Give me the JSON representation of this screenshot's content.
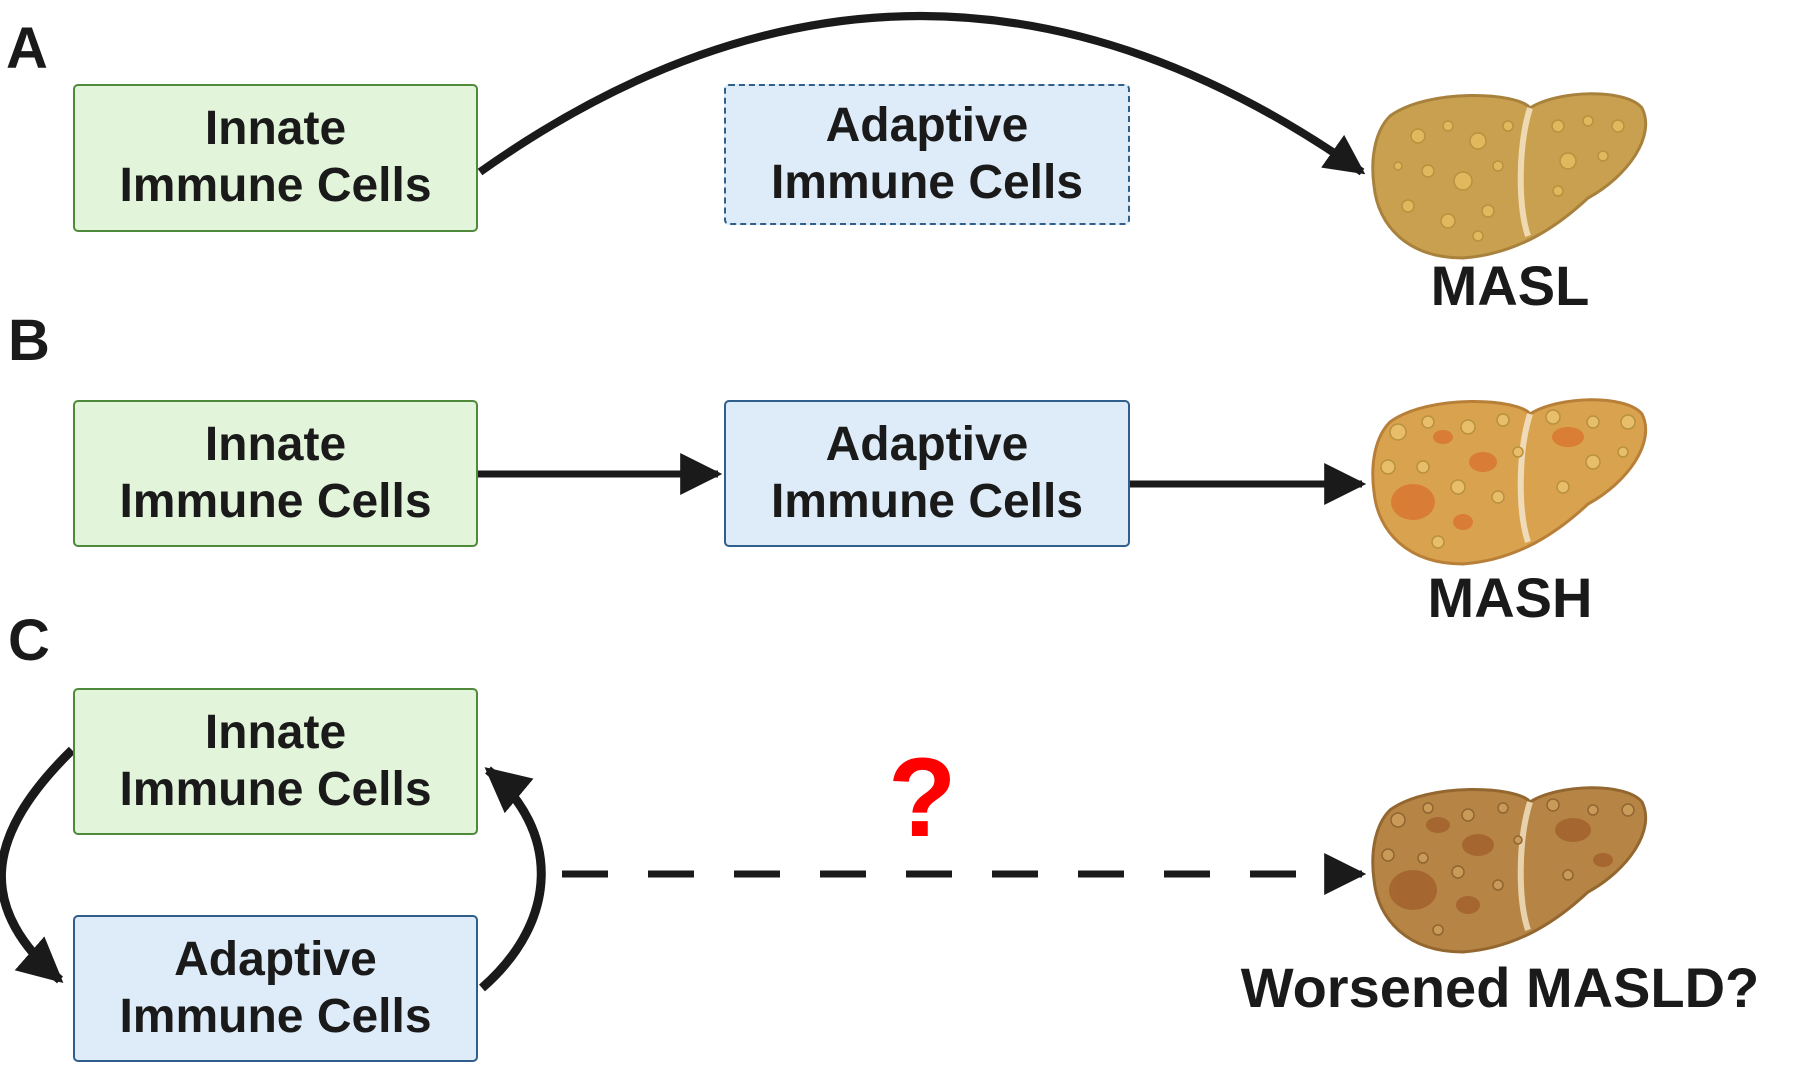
{
  "panels": {
    "a": {
      "letter": "A",
      "innate": {
        "line1": "Innate",
        "line2": "Immune Cells"
      },
      "adaptive": {
        "line1": "Adaptive",
        "line2": "Immune Cells"
      },
      "outcome": "MASL"
    },
    "b": {
      "letter": "B",
      "innate": {
        "line1": "Innate",
        "line2": "Immune Cells"
      },
      "adaptive": {
        "line1": "Adaptive",
        "line2": "Immune Cells"
      },
      "outcome": "MASH"
    },
    "c": {
      "letter": "C",
      "innate": {
        "line1": "Innate",
        "line2": "Immune Cells"
      },
      "adaptive": {
        "line1": "Adaptive",
        "line2": "Immune Cells"
      },
      "question_mark": "?",
      "outcome": "Worsened MASLD?"
    }
  },
  "colors": {
    "innate_fill": "#e2f4da",
    "innate_border": "#4f8a3a",
    "adaptive_fill": "#deebf8",
    "adaptive_border": "#2f5f8a",
    "arrow": "#1a1a1a",
    "question": "#ff0000",
    "liver_masl": "#c9a050",
    "liver_mash": "#d9a24e",
    "liver_worsened": "#b68545"
  },
  "icons": {
    "masl_liver": "steatotic-liver-icon",
    "mash_liver": "inflamed-liver-icon",
    "worsened_liver": "fibrotic-liver-icon"
  }
}
